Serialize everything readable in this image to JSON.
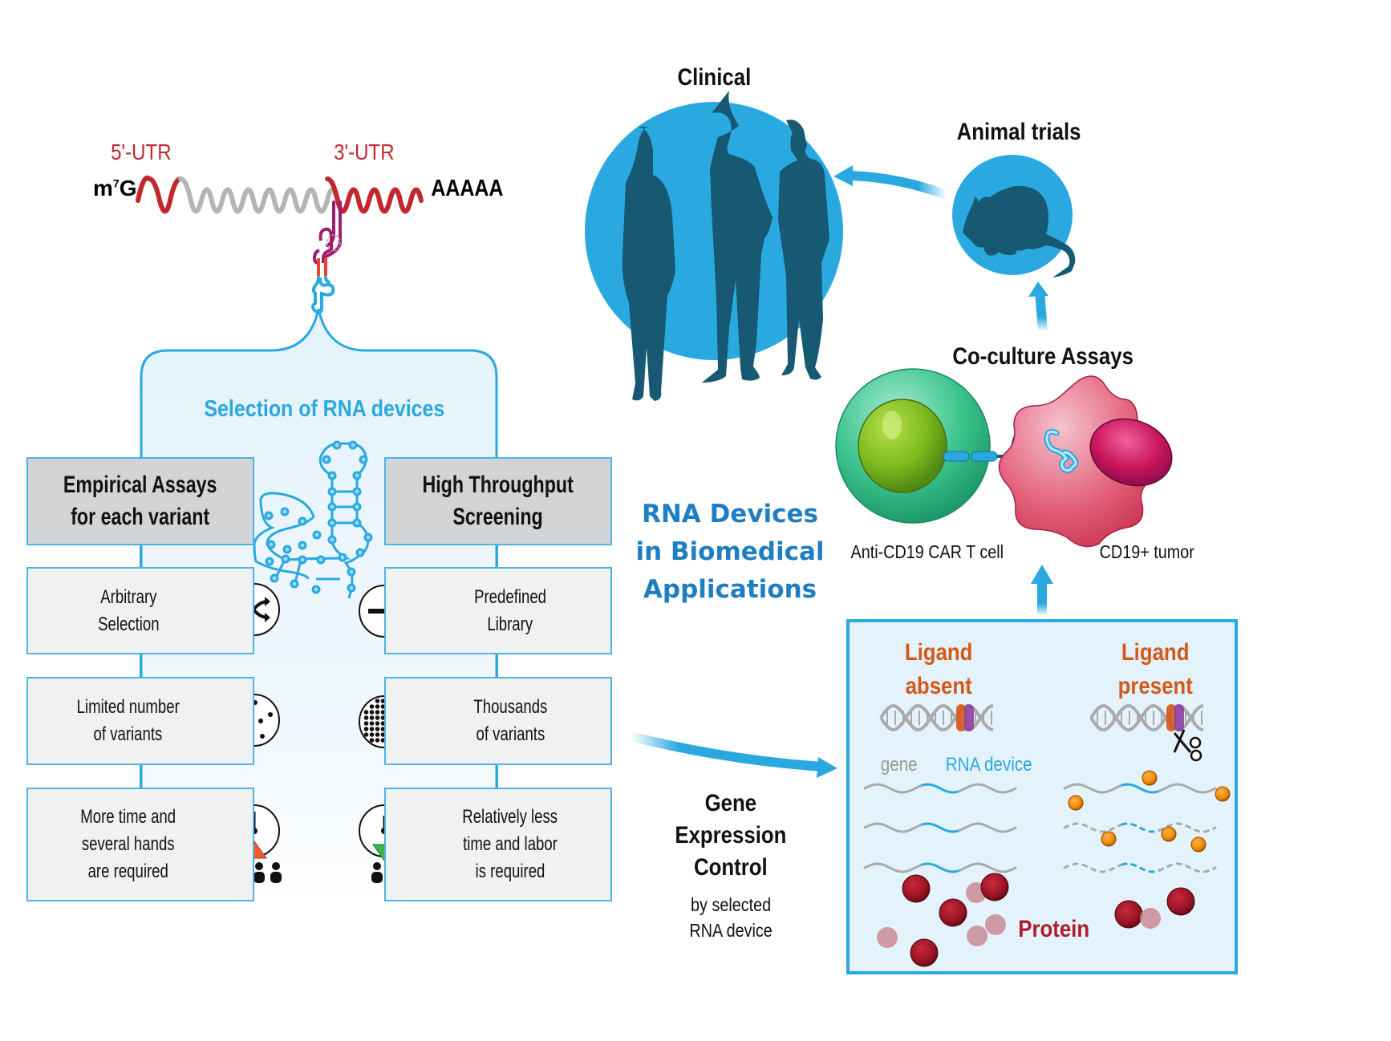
{
  "mrna": {
    "cap": "m",
    "cap_sup": "7",
    "cap_suffix": "G",
    "utr5": "5'-UTR",
    "utr3": "3'-UTR",
    "polyA": "AAAAA"
  },
  "selection": {
    "title": "Selection of RNA devices",
    "left_header": [
      "Empirical Assays",
      "for each variant"
    ],
    "right_header": [
      "High Throughput",
      "Screening"
    ],
    "rows": [
      {
        "left": [
          "Arbitrary",
          "Selection"
        ],
        "left_icon": "shuffle-icon",
        "right": [
          "Predefined",
          "Library"
        ],
        "right_icon": "arrow-right-icon"
      },
      {
        "left": [
          "Limited number",
          "of variants"
        ],
        "left_icon": "sparse-dots-icon",
        "right": [
          "Thousands",
          "of variants"
        ],
        "right_icon": "dense-dots-icon"
      },
      {
        "left": [
          "More time and",
          "several hands",
          "are required"
        ],
        "left_icon": "clock-up-people-icon",
        "right": [
          "Relatively less",
          "time and labor",
          "is required"
        ],
        "right_icon": "clock-down-people-icon"
      }
    ]
  },
  "center": {
    "title": [
      "RNA Devices",
      "in Biomedical",
      "Applications"
    ],
    "gene_control": [
      "Gene",
      "Expression",
      "Control"
    ],
    "gene_control_sub": [
      "by selected",
      "RNA device"
    ]
  },
  "pipeline": {
    "clinical": "Clinical",
    "animal": "Animal trials",
    "coculture": "Co-culture Assays",
    "tcell": "Anti-CD19 CAR T cell",
    "tumor": "CD19+ tumor"
  },
  "ligand_box": {
    "absent": [
      "Ligand",
      "absent"
    ],
    "present": [
      "Ligand",
      "present"
    ],
    "gene": "gene",
    "rna_device": "RNA device",
    "protein": "Protein"
  },
  "colors": {
    "accent_blue": "#29a9e0",
    "title_blue": "#1f7ec2",
    "utr_red": "#c1272d",
    "ligand_orange": "#d4581a",
    "protein_red": "#b01c2e",
    "silhouette": "#175873"
  }
}
